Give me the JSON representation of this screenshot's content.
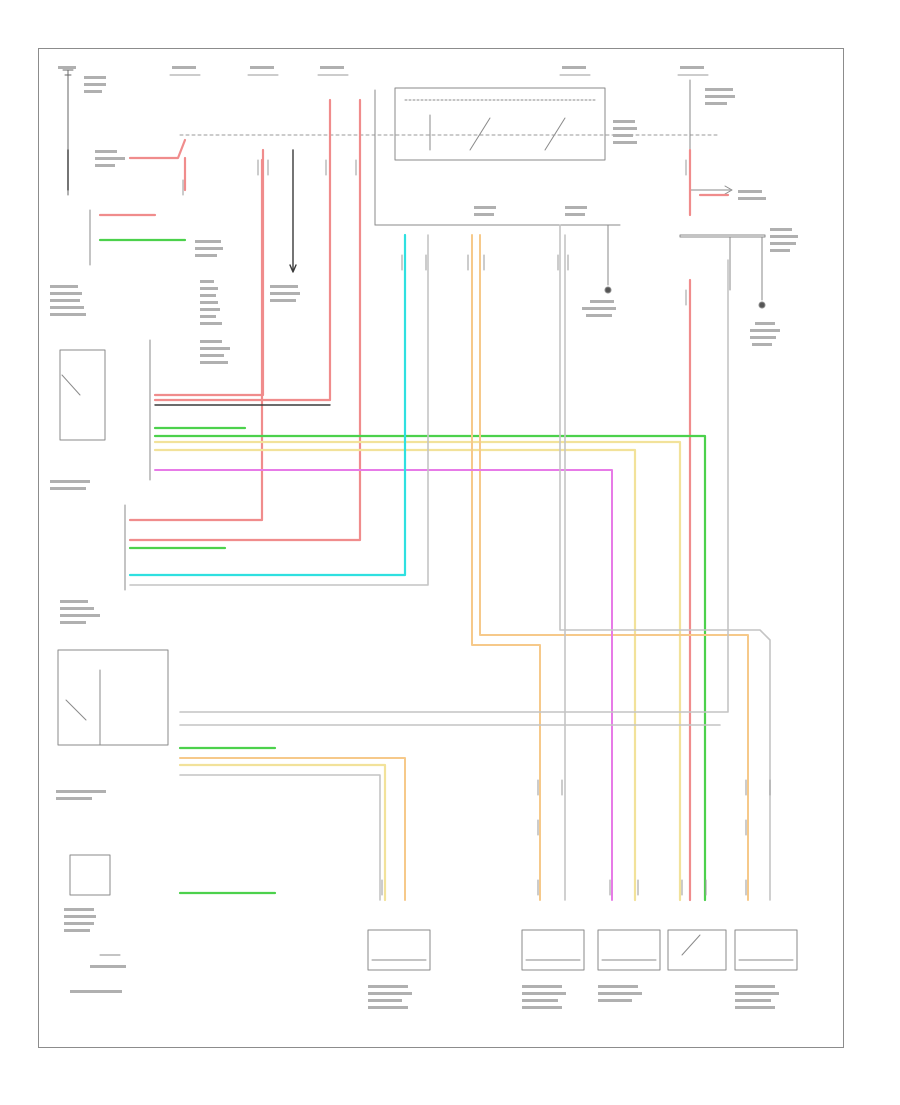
{
  "figure_id": "",
  "colors": {
    "red_wire": "#f08c8c",
    "green_wire": "#4cd14c",
    "yellow_wire": "#f2e29a",
    "orange_wire": "#f6c98a",
    "pink_wire": "#e77be7",
    "cyan_wire": "#2fe0e0",
    "gray_wire": "#b9b9b9",
    "black_wire": "#3a3a3a",
    "component_line": "#8a8a8a"
  },
  "components": [
    {
      "id": "door-lock-actuator-passenger",
      "label": ""
    },
    {
      "id": "door-lock-actuator-left-rear",
      "label": ""
    },
    {
      "id": "door-lock-actuator-driver",
      "label": ""
    },
    {
      "id": "door-lock-actuator-right-rear",
      "label": ""
    },
    {
      "id": "instrument-panel-cluster",
      "label": ""
    }
  ]
}
